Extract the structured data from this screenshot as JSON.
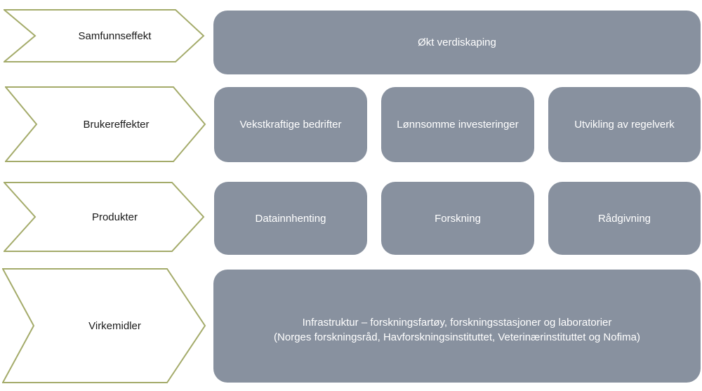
{
  "colors": {
    "box": "#88919f",
    "chevron_stroke": "#a4ab6a"
  },
  "levels": [
    {
      "label": "Samfunnseffekt",
      "boxes": [
        "Økt verdiskaping"
      ]
    },
    {
      "label": "Brukereffekter",
      "boxes": [
        "Vekstkraftige bedrifter",
        "Lønnsomme investeringer",
        "Utvikling av regelverk"
      ]
    },
    {
      "label": "Produkter",
      "boxes": [
        "Datainnhenting",
        "Forskning",
        "Rådgivning"
      ]
    },
    {
      "label": "Virkemidler",
      "boxes": [
        "Infrastruktur – forskningsfartøy, forskningsstasjoner og laboratorier",
        "(Norges forskningsråd, Havforskningsinstituttet, Veterinærinstituttet og Nofima)"
      ]
    }
  ]
}
